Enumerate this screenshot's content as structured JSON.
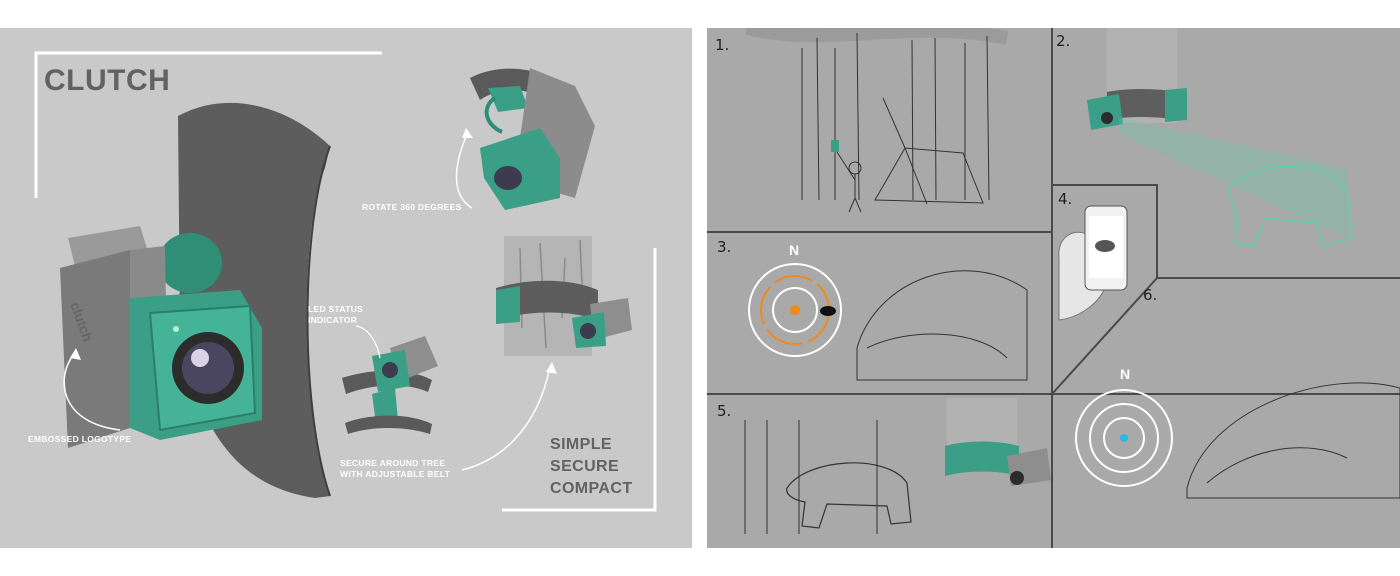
{
  "concept": {
    "title": "CLUTCH",
    "logotype": "clutch",
    "callouts": {
      "rotate": "ROTATE 360 DEGREES",
      "led_line1": "LED STATUS",
      "led_line2": "INDICATOR",
      "logotype": "EMBOSSED LOGOTYPE",
      "tree_line1": "SECURE AROUND TREE",
      "tree_line2": "WITH ADJUSTABLE BELT"
    },
    "slogan": [
      "SIMPLE",
      "SECURE",
      "COMPACT"
    ]
  },
  "storyboard": {
    "panels": [
      {
        "number": "1."
      },
      {
        "number": "2."
      },
      {
        "number": "3.",
        "compass_label": "N"
      },
      {
        "number": "4."
      },
      {
        "number": "5."
      },
      {
        "number": "6.",
        "compass_label": "N"
      }
    ]
  },
  "colors": {
    "accent_teal": "#3a9f86",
    "panel_gray": "#c9c9c9",
    "sketch_gray": "#a9a9a9",
    "radar_orange": "#f08a1c",
    "radar_blue": "#2fb5e8"
  }
}
